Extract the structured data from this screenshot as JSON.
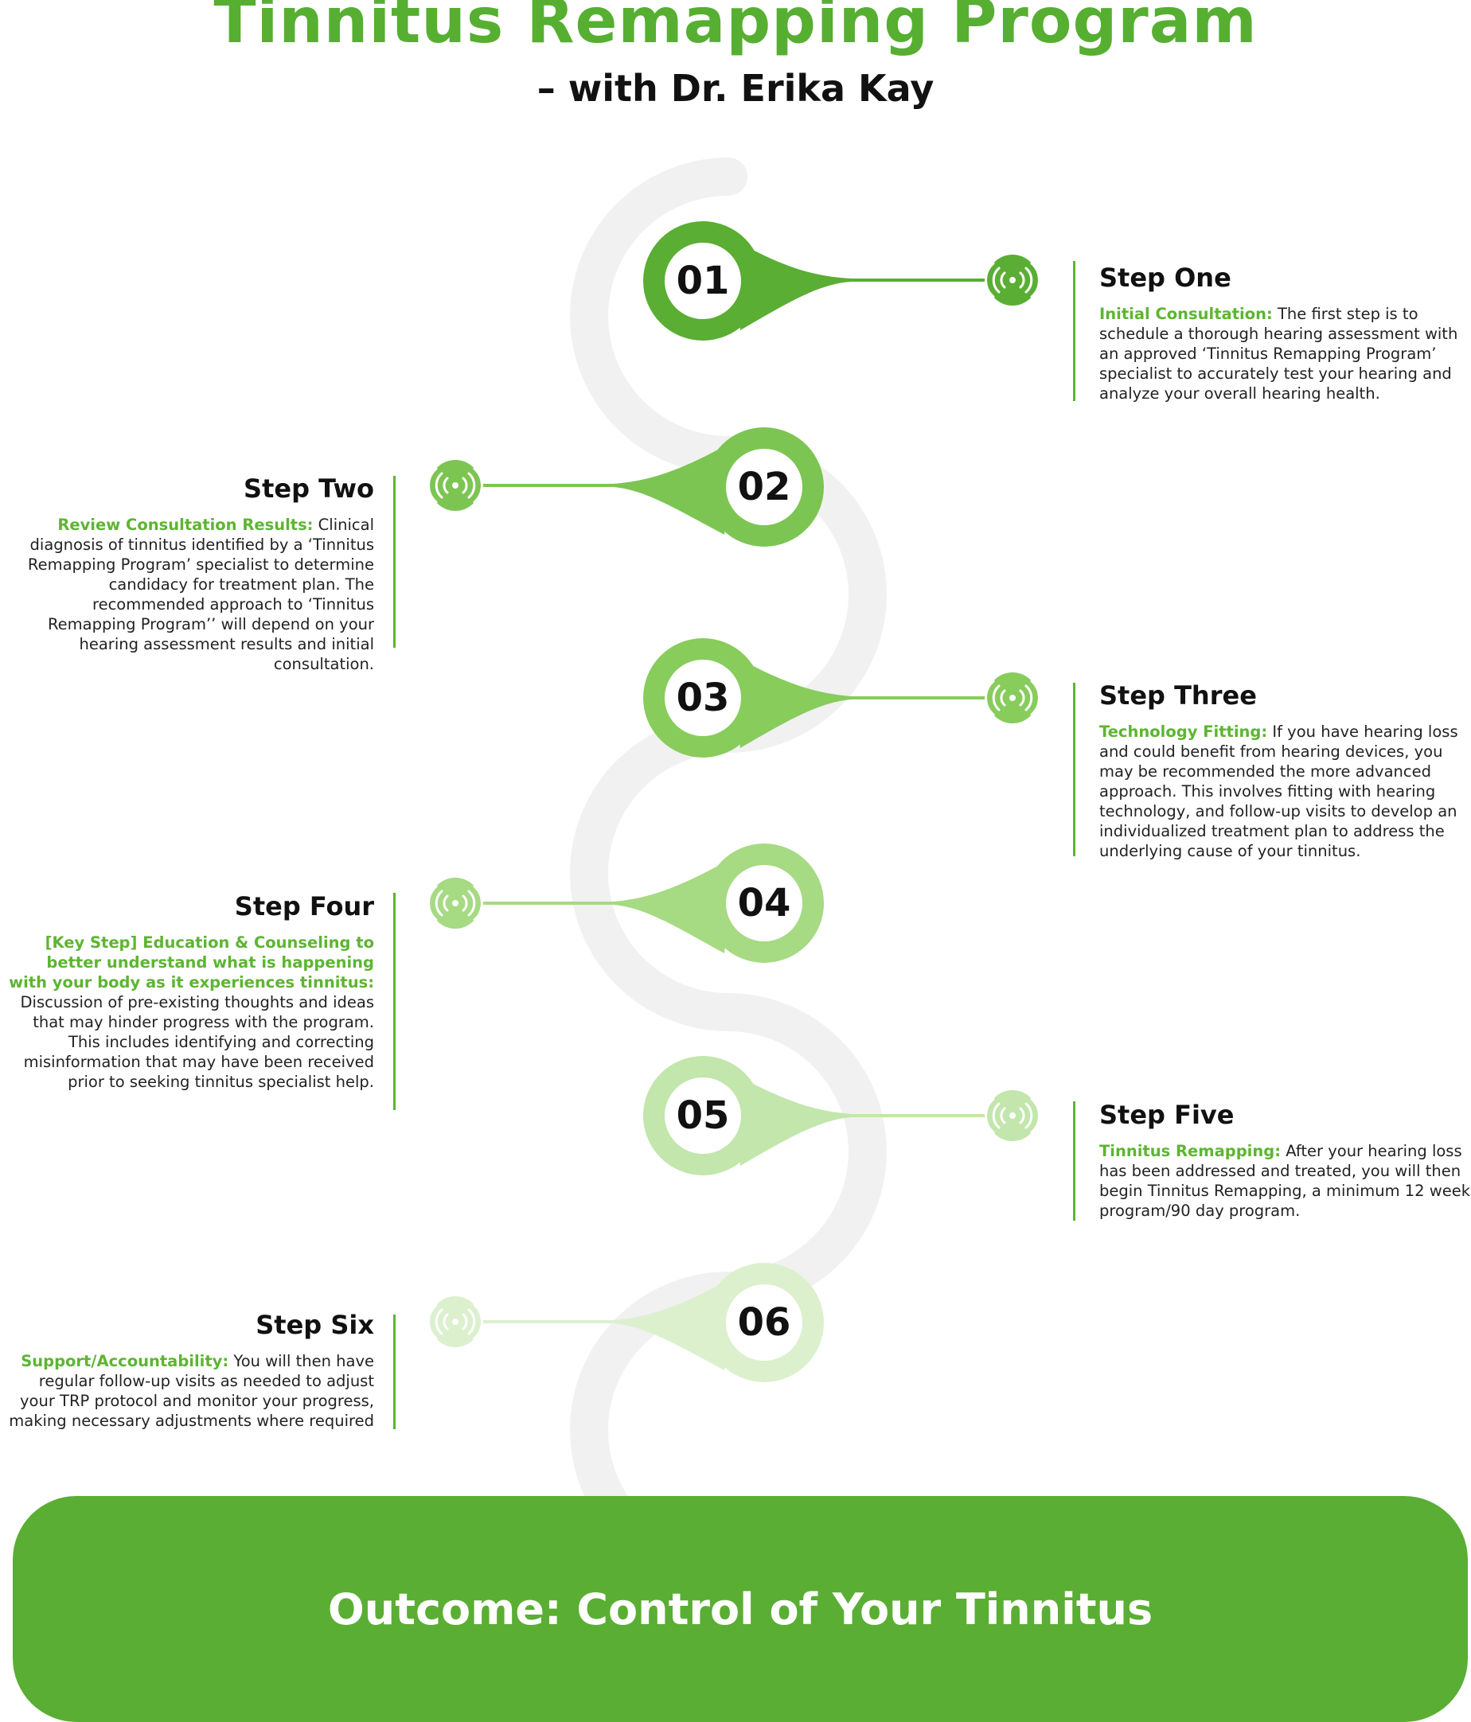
{
  "header": {
    "title": "Tinnitus Remapping Program",
    "subtitle": "– with Dr. Erika Kay"
  },
  "colors": {
    "primary_green": "#56af31",
    "track_gray": "#f1f1f1",
    "step_shades": [
      "#5aae33",
      "#7cc552",
      "#88cc5c",
      "#a6da83",
      "#c2e6ac",
      "#dcf0ce"
    ]
  },
  "icons": {
    "step_icon": "hearing-signal-icon"
  },
  "steps": [
    {
      "number": "01",
      "heading": "Step One",
      "highlight": "Initial Consultation:",
      "text": " The first step is to schedule a thorough hearing assessment with an approved ‘Tinnitus Remapping Program’ specialist to accurately test your hearing and analyze your overall hearing health."
    },
    {
      "number": "02",
      "heading": "Step Two",
      "highlight": "Review Consultation Results:",
      "text": "  Clinical diagnosis of tinnitus identified by a ‘Tinnitus Remapping Program’ specialist to determine candidacy for treatment plan. The recommended approach to ‘Tinnitus Remapping Program’’ will depend on your hearing assessment results and initial consultation."
    },
    {
      "number": "03",
      "heading": "Step Three",
      "highlight": "Technology Fitting:",
      "text": "  If you have hearing loss and could benefit from hearing devices, you may be recommended the more advanced approach. This involves fitting with hearing technology, and follow-up visits to develop an individualized treatment plan to address the underlying cause of your tinnitus."
    },
    {
      "number": "04",
      "heading": "Step Four",
      "highlight": "[Key Step] Education & Counseling to better understand what is happening with your body as it experiences tinnitus:",
      "text": " Discussion of pre-existing thoughts and ideas that may hinder progress with the program. This includes identifying and correcting misinformation that may have been received prior to seeking tinnitus specialist help."
    },
    {
      "number": "05",
      "heading": "Step Five",
      "highlight": "Tinnitus Remapping:",
      "text": " After your hearing loss has been addressed and treated, you will then begin Tinnitus Remapping, a minimum 12 week program/90 day program."
    },
    {
      "number": "06",
      "heading": "Step Six",
      "highlight": "Support/Accountability:",
      "text": "  You will then have regular follow-up visits as needed to adjust your TRP protocol and monitor your progress, making necessary adjustments where required"
    }
  ],
  "outcome": {
    "label": "Outcome: Control of Your Tinnitus"
  }
}
